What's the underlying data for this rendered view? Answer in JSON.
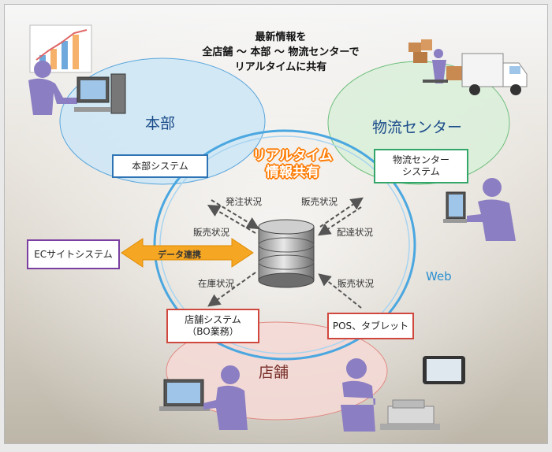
{
  "heading": "最新情報を\n全店舗 ～ 本部 ～ 物流センターで\nリアルタイムに共有",
  "center_badge": "リアルタイム\n情報共有",
  "zones": {
    "hq": "本部",
    "logistics": "物流センター",
    "store": "店舗"
  },
  "systems": {
    "hq_system": "本部システム",
    "logistics_system": "物流センター\nシステム",
    "ec_system": "ECサイトシステム",
    "store_system": "店舗システム\n（BO業務）",
    "pos": "POS、タブレット"
  },
  "flows": {
    "order_status": "発注状況",
    "sales_status_top": "販売状況",
    "sales_status_left": "販売状況",
    "delivery_status": "配達状況",
    "inventory_status": "在庫状況",
    "sales_status_bottom": "販売状況"
  },
  "data_link": "データ連携",
  "network_label": "Web",
  "colors": {
    "hq_zone": "#cde6f6",
    "logistics_zone": "#d9f0d9",
    "store_zone": "#f6d9d6",
    "ring": "#4aa7e0",
    "hq_border": "#2e74b5",
    "logistics_border": "#34a66a",
    "ec_border": "#7a3fa0",
    "store_border": "#d0473d",
    "arrow_orange": "#f5a623",
    "person": "#8c7ec2"
  }
}
